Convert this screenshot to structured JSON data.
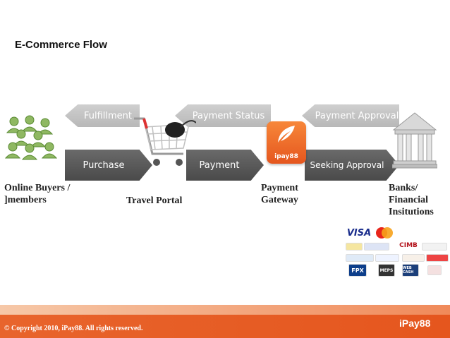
{
  "title": "E-Commerce Flow",
  "arrows": {
    "fulfillment": "Fulfillment",
    "payment_status": "Payment Status",
    "payment_approval": "Payment Approval",
    "purchase": "Purchase",
    "payment": "Payment",
    "seeking_approval": "Seeking Approval"
  },
  "nodes": {
    "buyers": [
      "Online Buyers /",
      "]members"
    ],
    "portal": "Travel Portal",
    "gateway": [
      "Payment",
      "Gateway"
    ],
    "banks": [
      "Banks/",
      "Financial",
      "Insitutions"
    ]
  },
  "gateway_logo_text": "ipay88",
  "cards": {
    "visa": "VISA",
    "mastercard": "MasterCard",
    "fpx": "FPX",
    "meps": "MEPS",
    "cimb": "CIMB",
    "webcash": "WEB CASH"
  },
  "footer": {
    "copyright": "© Copyright 2010, iPay88. All rights reserved.",
    "brand": "iPay88"
  },
  "colors": {
    "accent": "#e5561e",
    "arrow_dark": "#555555",
    "arrow_light": "#c4c4c4",
    "logo_orange": "#f26a1b"
  }
}
